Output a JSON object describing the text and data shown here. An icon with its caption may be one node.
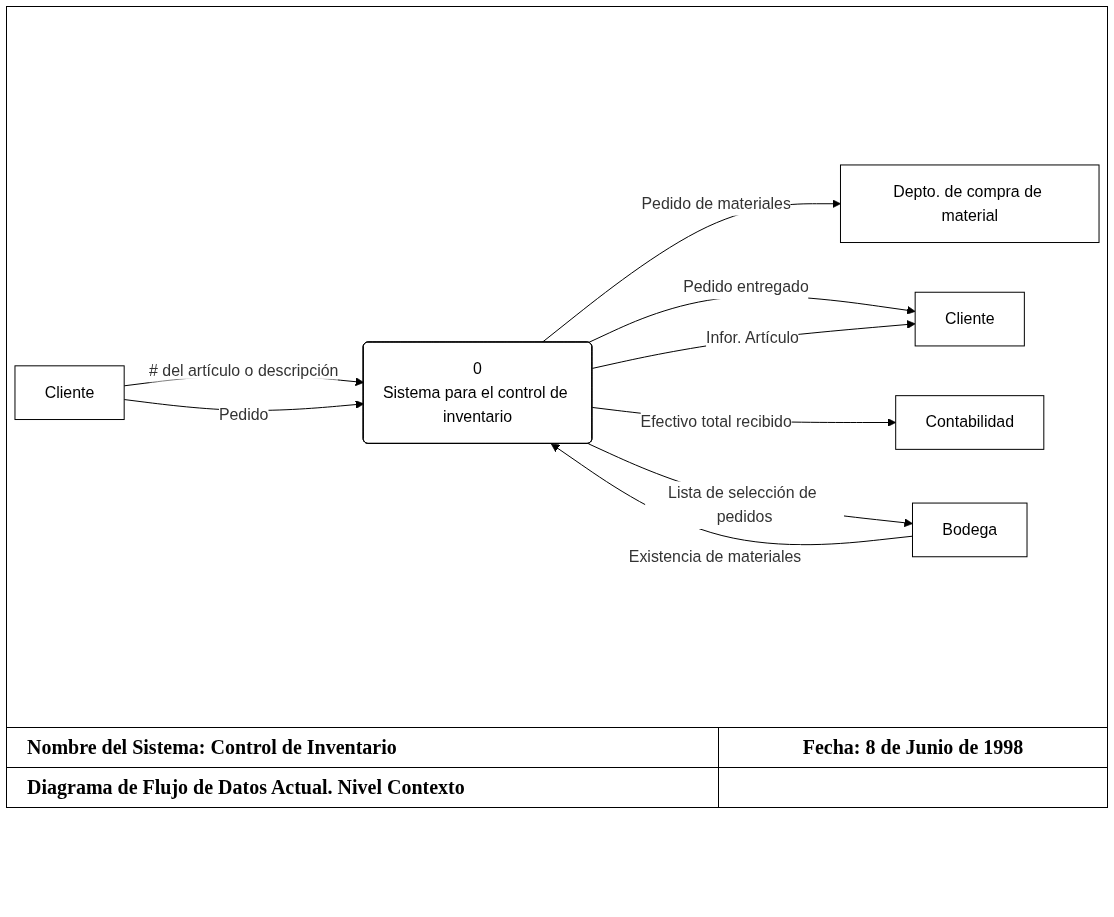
{
  "diagram": {
    "nodes": [
      {
        "text": [
          "Depto. de compra de material"
        ]
      },
      {
        "text": [
          "0",
          "Sistema para el control de inventario"
        ]
      },
      {
        "text": [
          "Cliente"
        ]
      },
      {
        "text": [
          "Cliente"
        ]
      },
      {
        "text": [
          "Contabilidad"
        ]
      },
      {
        "text": [
          "Bodega"
        ]
      }
    ],
    "edges": [
      {
        "from": 1,
        "to": 0,
        "arrow": "to",
        "label": "Pedido de materiales"
      },
      {
        "from": 2,
        "to": 1,
        "arrow": "to",
        "label": "# del artículo o descripción"
      },
      {
        "from": 2,
        "to": 1,
        "arrow": "to",
        "label": "Pedido"
      },
      {
        "from": 1,
        "to": 3,
        "arrow": "to",
        "label": "Pedido entregado"
      },
      {
        "from": 1,
        "to": 3,
        "arrow": "to",
        "label": "Infor. Artículo"
      },
      {
        "from": 1,
        "to": 4,
        "arrow": "to",
        "label": "Efectivo total recibido"
      },
      {
        "from": 1,
        "to": 5,
        "arrow": "to",
        "label": "Lista de selección de pedidos"
      },
      {
        "from": 5,
        "to": 1,
        "arrow": "to",
        "label": "Existencia de materiales"
      }
    ],
    "labels": [
      "Nombre del Sistema: Control de Inventario",
      "Fecha: 8 de Junio de 1998",
      "Diagrama de Flujo de Datos  Actual. Nivel Contexto"
    ]
  }
}
